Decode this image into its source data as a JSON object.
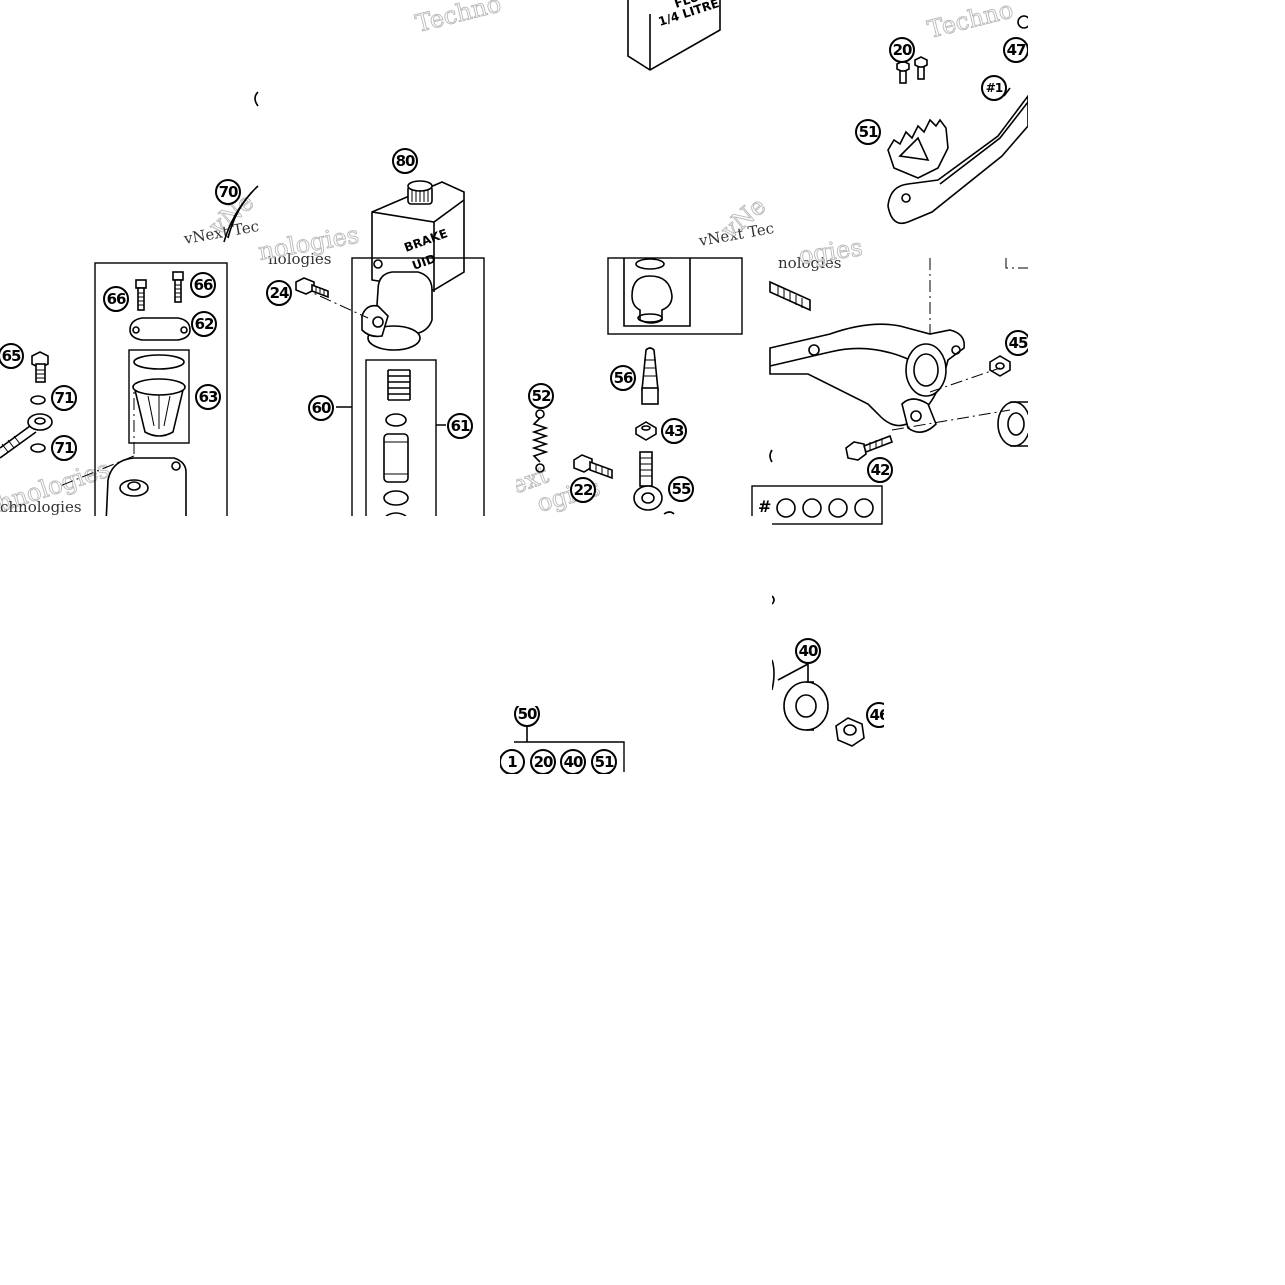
{
  "diagram": {
    "callouts": [
      "80",
      "70",
      "24",
      "66",
      "66",
      "62",
      "65",
      "71",
      "71",
      "63",
      "60",
      "61",
      "52",
      "56",
      "43",
      "22",
      "55",
      "20",
      "47",
      "#1",
      "51",
      "45",
      "42",
      "40",
      "46",
      "50"
    ],
    "kit_contents": [
      "1",
      "20",
      "40",
      "51"
    ],
    "bottle_label": [
      "FLU",
      "1/4 LITRE"
    ],
    "reservoir_label": [
      "BRAKE",
      "UID"
    ],
    "watermarks": [
      "Techno",
      "Techno",
      "vNext Tec",
      "vNext Tec",
      "vNe",
      "vNe",
      "nologies",
      "nologies",
      "nologies",
      "ext",
      "hnologies",
      "chnologies",
      "ogies",
      "ogies"
    ]
  }
}
